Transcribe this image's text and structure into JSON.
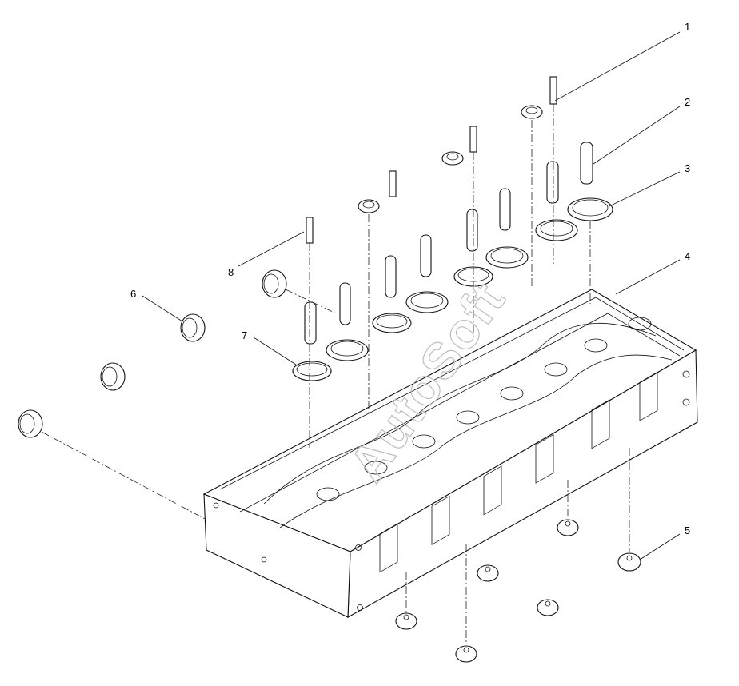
{
  "watermark": "AutoSoft",
  "callouts": [
    {
      "id": "1",
      "label": "1"
    },
    {
      "id": "2",
      "label": "2"
    },
    {
      "id": "3",
      "label": "3"
    },
    {
      "id": "4",
      "label": "4"
    },
    {
      "id": "5",
      "label": "5"
    },
    {
      "id": "6",
      "label": "6"
    },
    {
      "id": "7",
      "label": "7"
    },
    {
      "id": "8",
      "label": "8"
    }
  ],
  "colors": {
    "line": "#111111",
    "watermark": "#bdbdbd",
    "background": "#ffffff"
  }
}
